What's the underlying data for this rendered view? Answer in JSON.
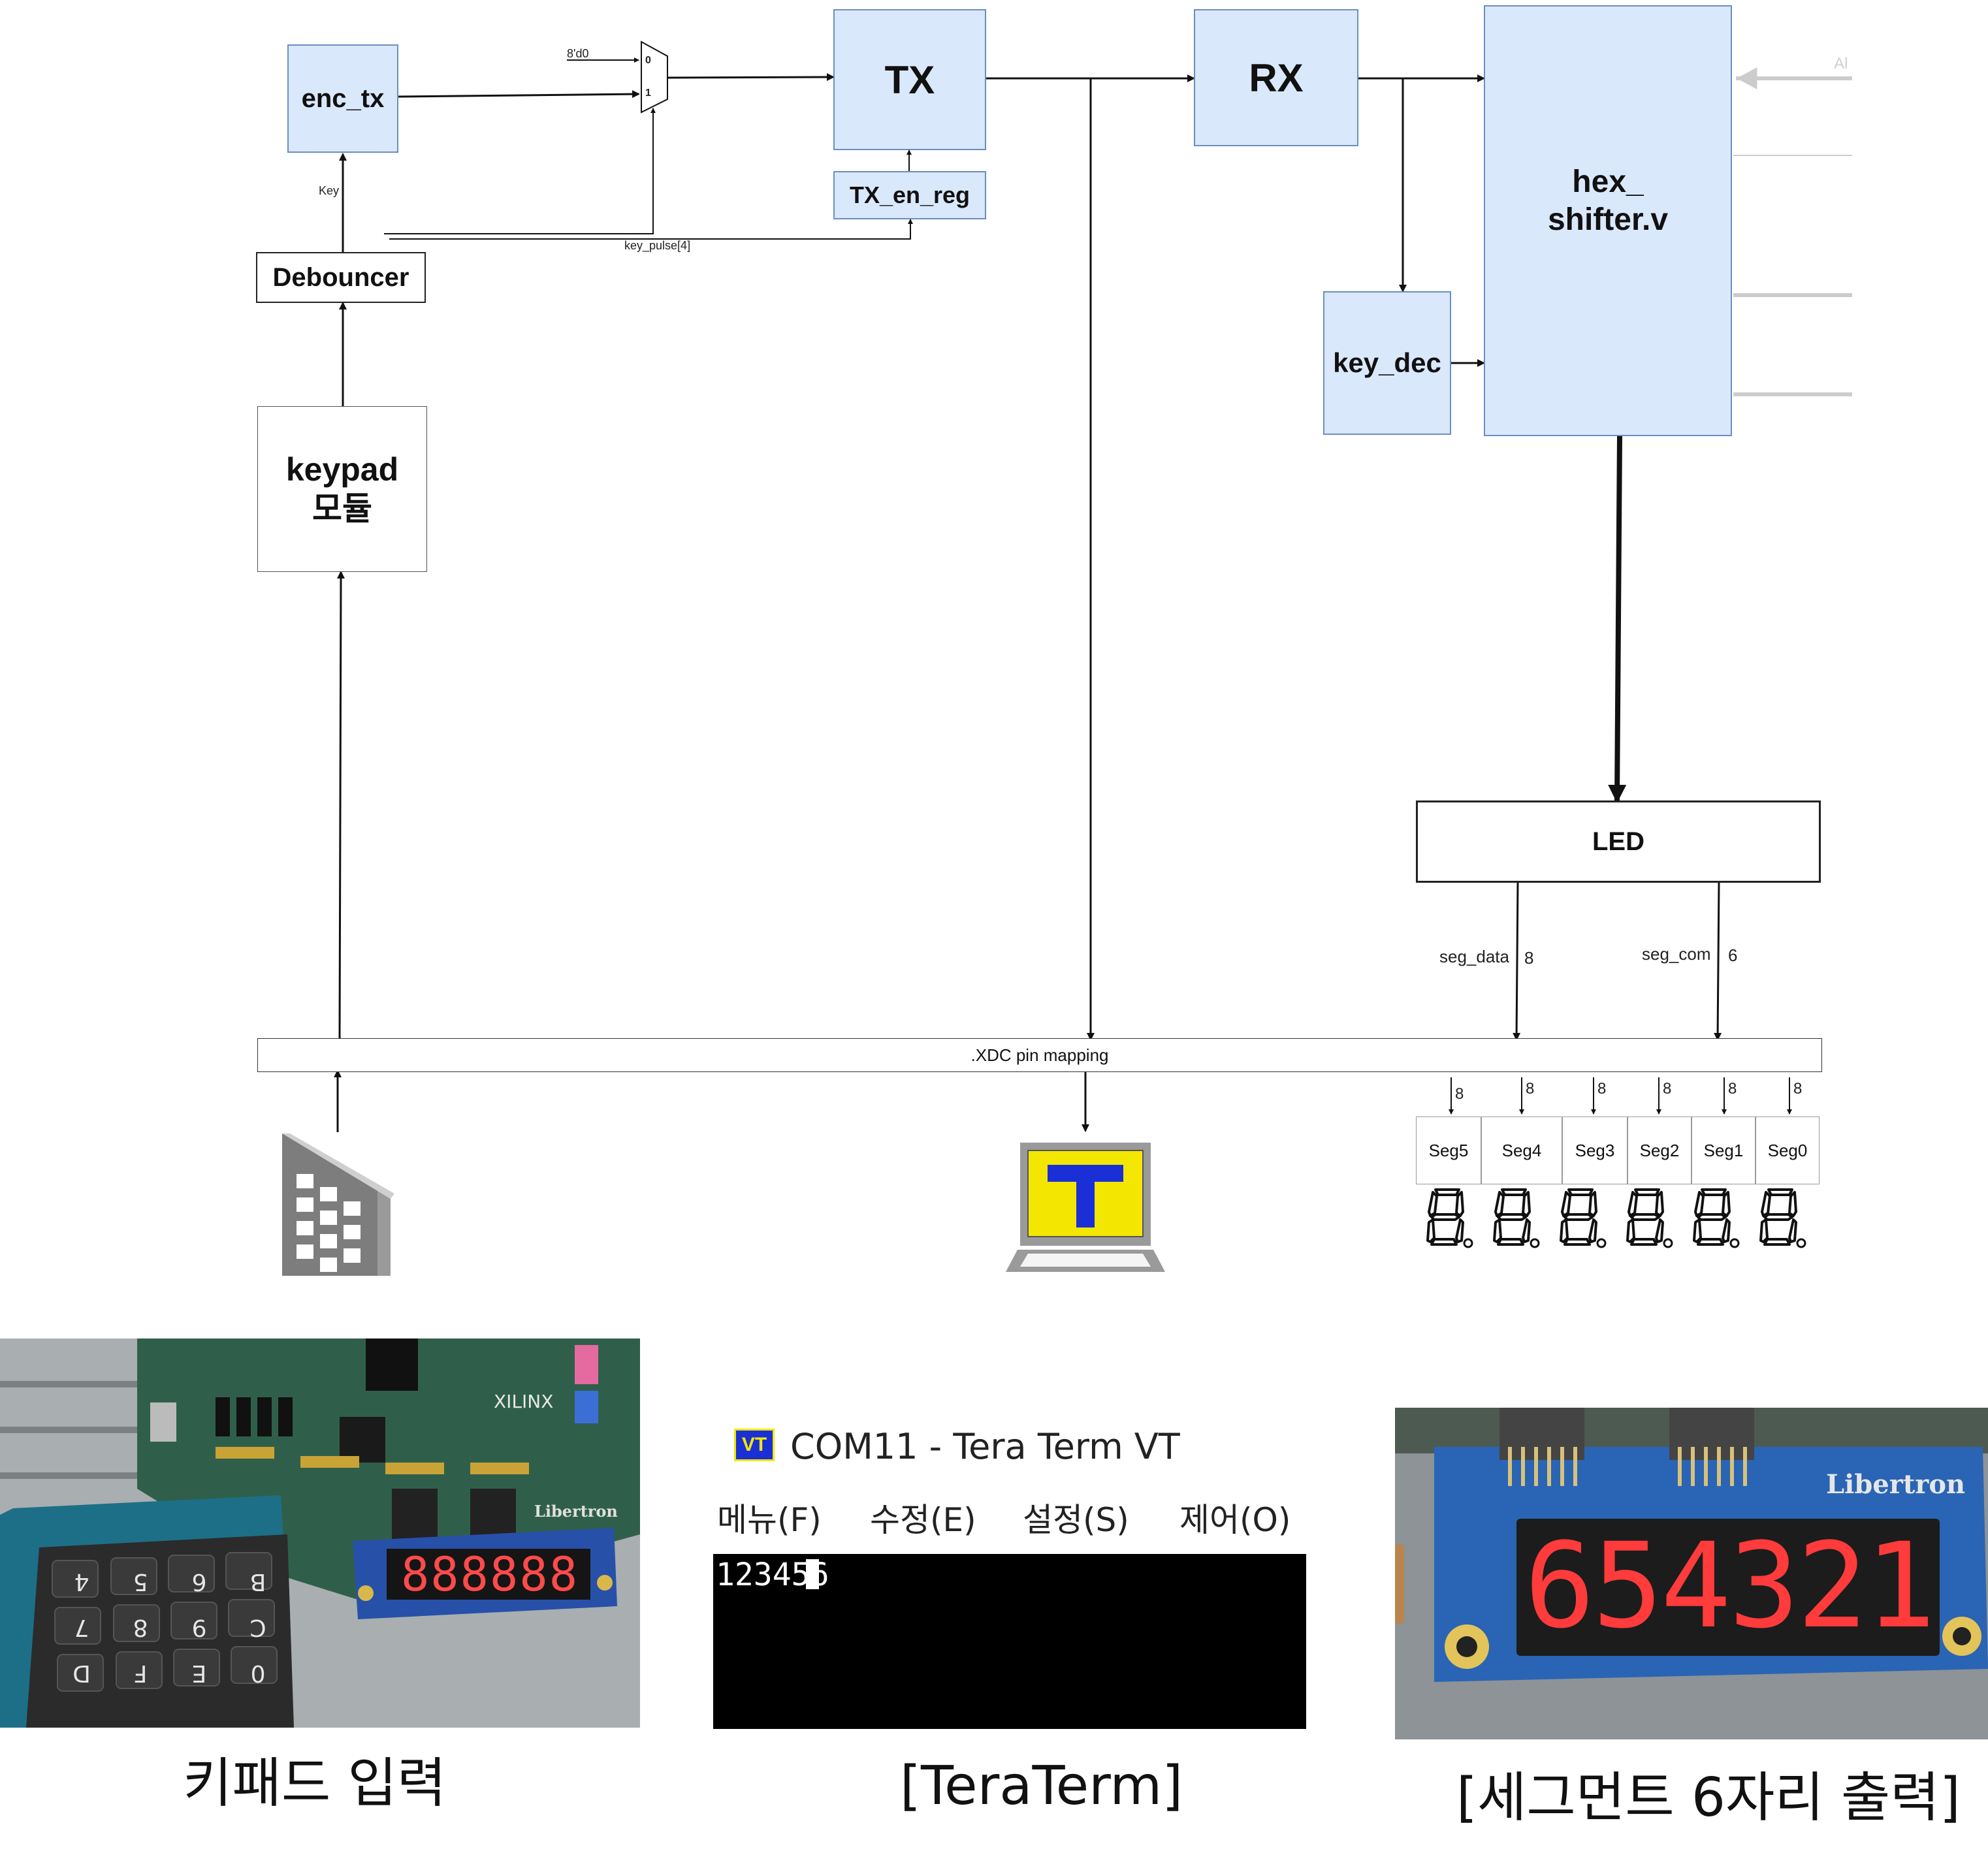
{
  "diagram": {
    "blocks": {
      "enc_tx": "enc_tx",
      "tx": "TX",
      "rx": "RX",
      "hex_shifter_line1": "hex_",
      "hex_shifter_line2": "shifter.v",
      "tx_en_reg": "TX_en_reg",
      "debouncer": "Debouncer",
      "key_dec": "key_dec",
      "keypad_line1": "keypad",
      "keypad_line2": "모듈",
      "led": "LED",
      "xdc": ".XDC pin mapping"
    },
    "mux": {
      "input0": "0",
      "input1": "1",
      "const_label": "8'd0"
    },
    "signals": {
      "key": "Key",
      "key_pulse": "key_pulse[4]",
      "seg_data": "seg_data",
      "seg_data_width": "8",
      "seg_com": "seg_com",
      "seg_com_width": "6",
      "right_faded": "Al"
    },
    "segments": [
      {
        "label": "Seg5",
        "width": "8"
      },
      {
        "label": "Seg4",
        "width": "8"
      },
      {
        "label": "Seg3",
        "width": "8"
      },
      {
        "label": "Seg2",
        "width": "8"
      },
      {
        "label": "Seg1",
        "width": "8"
      },
      {
        "label": "Seg0",
        "width": "8"
      }
    ],
    "icons": [
      "keypad-icon",
      "teraterm-laptop-icon",
      "seven-segment-digit-icon"
    ],
    "colors": {
      "block_fill": "#dae8fc",
      "block_border": "#6c8ebf",
      "teraterm_yellow": "#f3e600",
      "teraterm_blue": "#1a2fd6"
    }
  },
  "photos": {
    "board": {
      "brand": "XILINX",
      "pmod_brand": "Libertron",
      "display": "888888",
      "keypad_keys": [
        "0",
        "E",
        "F",
        "D",
        "C",
        "9",
        "8",
        "7",
        "B",
        "6",
        "5",
        "4"
      ]
    },
    "teraterm": {
      "title": "COM11 - Tera Term VT",
      "menus": [
        "메뉴(F)",
        "수정(E)",
        "설정(S)",
        "제어(O)"
      ],
      "terminal_text": "123456"
    },
    "segment_closeup": {
      "brand": "Libertron",
      "display": "654321"
    }
  },
  "captions": {
    "left": "키패드 입력",
    "middle": "[TeraTerm]",
    "right": "[세그먼트 6자리 출력]"
  }
}
